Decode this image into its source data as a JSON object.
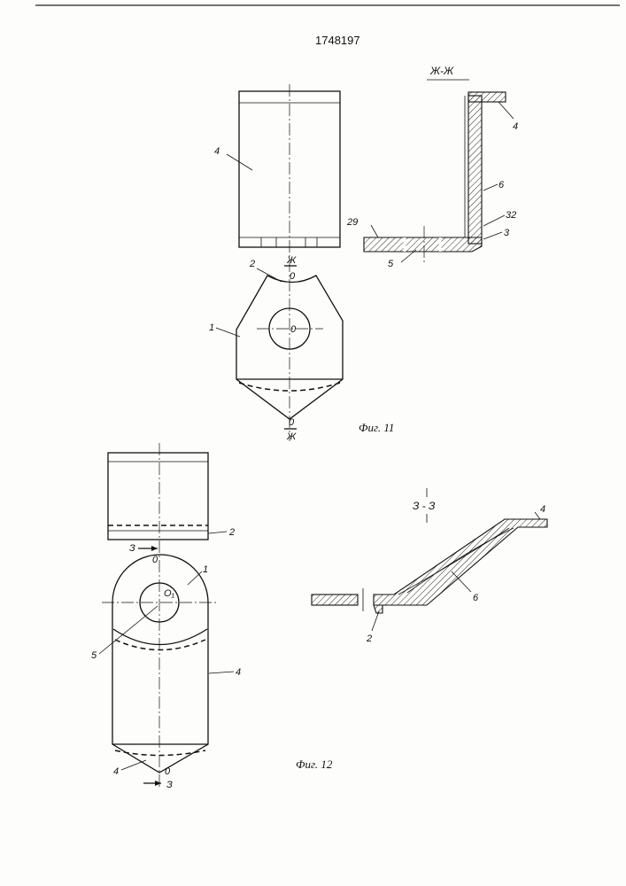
{
  "document": {
    "patent_number": "1748197",
    "figures": [
      {
        "caption": "Фиг. 11",
        "section_label": "Ж-Ж",
        "labels": {
          "part_4": "4",
          "part_2": "2",
          "part_1": "1",
          "cut_top": "Ж",
          "cut_top_o": "0",
          "cut_bottom": "Ж",
          "cut_bottom_o": "0",
          "center_o": "0",
          "section_4": "4",
          "section_6": "6",
          "section_32": "32",
          "section_29": "29",
          "section_3": "3",
          "section_5": "5"
        }
      },
      {
        "caption": "Фиг. 12",
        "section_label": "З - З",
        "labels": {
          "part_2": "2",
          "part_1": "1",
          "part_5": "5",
          "part_4_right": "4",
          "part_4_bottom": "4",
          "cut_top": "З",
          "cut_top_o": "0",
          "cut_bottom": "З",
          "cut_bottom_o": "0",
          "center_o1": "O₁",
          "section_4": "4",
          "section_6": "6",
          "section_2": "2"
        }
      }
    ]
  }
}
